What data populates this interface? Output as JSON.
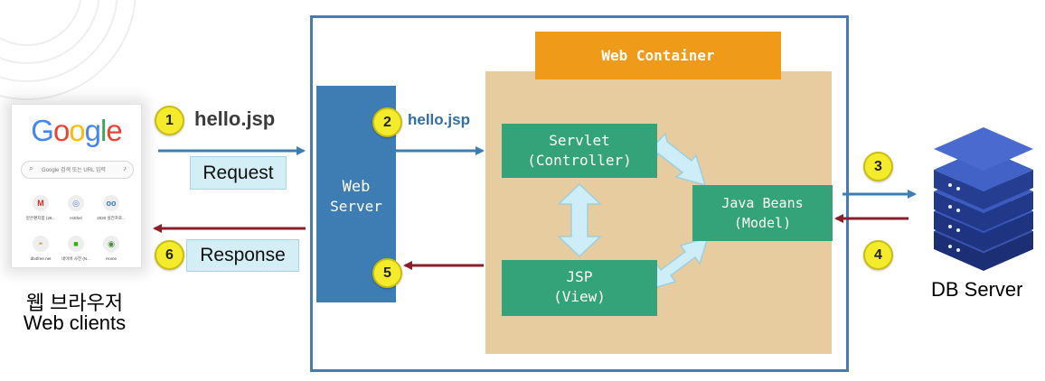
{
  "browser": {
    "logo": "Google",
    "search_placeholder": "Google 검색 또는 URL 입력",
    "shortcuts": [
      {
        "label": "받은편지함 (28...",
        "icon": "gmail-icon",
        "glyph": "M",
        "color": "#d93025"
      },
      {
        "label": "HiShel",
        "icon": "globe-icon",
        "glyph": "◎",
        "color": "#5f8fd8"
      },
      {
        "label": "2020 실전프로...",
        "icon": "link-icon",
        "glyph": "oo",
        "color": "#3b78c2"
      },
      {
        "label": "db4free.net",
        "icon": "db4free-icon",
        "glyph": "◓",
        "color": "#e6922a"
      },
      {
        "label": "네이버 사전 (N...",
        "icon": "naver-dict-icon",
        "glyph": "■",
        "color": "#2db400"
      },
      {
        "label": "Home",
        "icon": "home-icon",
        "glyph": "◉",
        "color": "#4a8f3a"
      }
    ]
  },
  "client": {
    "label_ko": "웹 브라우저",
    "label_en": "Web clients"
  },
  "steps": {
    "s1": "1",
    "s2": "2",
    "s3": "3",
    "s4": "4",
    "s5": "5",
    "s6": "6"
  },
  "labels": {
    "hello_jsp_1": "hello.jsp",
    "hello_jsp_2": "hello.jsp",
    "request": "Request",
    "response": "Response"
  },
  "web_container": {
    "title": "Web Container"
  },
  "web_server": {
    "line1": "Web",
    "line2": "Server"
  },
  "servlet": {
    "line1": "Servlet",
    "line2": "(Controller)"
  },
  "jsp": {
    "line1": "JSP",
    "line2": "(View)"
  },
  "beans": {
    "line1": "Java Beans",
    "line2": "(Model)"
  },
  "db": {
    "label": "DB Server"
  },
  "colors": {
    "request_arrow": "#3d7db4",
    "response_arrow": "#8b1e2a",
    "green_box": "#34a37a",
    "container_bg": "#e7cc9f",
    "header": "#f09a19",
    "web_server": "#3d7db4",
    "badge": "#f4ec2a"
  }
}
